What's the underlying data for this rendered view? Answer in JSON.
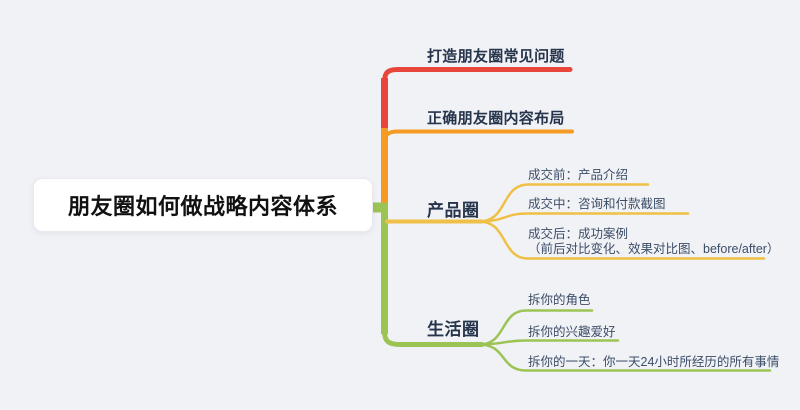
{
  "colors": {
    "background": "#f1f2f6",
    "card": "#ffffff",
    "title_text": "#111111",
    "topic_text": "#26344c",
    "subtopic_text": "#3c4d68",
    "branch_red": "#e8463c",
    "branch_orange": "#f59a23",
    "branch_gold": "#efc045",
    "branch_green": "#9cc455"
  },
  "root": {
    "title": "朋友圈如何做战略内容体系"
  },
  "branches": [
    {
      "label": "打造朋友圈常见问题",
      "children": []
    },
    {
      "label": "正确朋友圈内容布局",
      "children": []
    },
    {
      "label": "产品圈",
      "children": [
        {
          "label": "成交前：产品介绍"
        },
        {
          "label": "成交中：咨询和付款截图"
        },
        {
          "label": "成交后：成功案例",
          "label2": "（前后对比变化、效果对比图、before/after）"
        }
      ]
    },
    {
      "label": "生活圈",
      "children": [
        {
          "label": "拆你的角色"
        },
        {
          "label": "拆你的兴趣爱好"
        },
        {
          "label": "拆你的一天：你一天24小时所经历的所有事情"
        }
      ]
    }
  ]
}
